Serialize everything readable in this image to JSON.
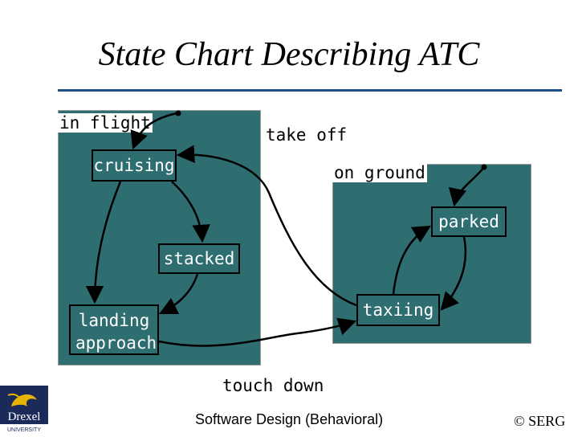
{
  "title": "State Chart Describing ATC",
  "superstates": {
    "in_flight": "in flight",
    "on_ground": "on ground"
  },
  "states": {
    "cruising": "cruising",
    "stacked": "stacked",
    "landing_approach": "landing approach",
    "parked": "parked",
    "taxiing": "taxiing"
  },
  "transitions": {
    "take_off": "take off",
    "touch_down": "touch down"
  },
  "footer": {
    "center": "Software Design (Behavioral)",
    "right": "© SERG",
    "logo_text": "Drexel",
    "logo_subtext": "UNIVERSITY"
  },
  "colors": {
    "state_fill": "#2e6d70",
    "title_rule": "#1e4e8a",
    "logo_gold": "#e8b400",
    "logo_navy": "#1c2a5a"
  }
}
